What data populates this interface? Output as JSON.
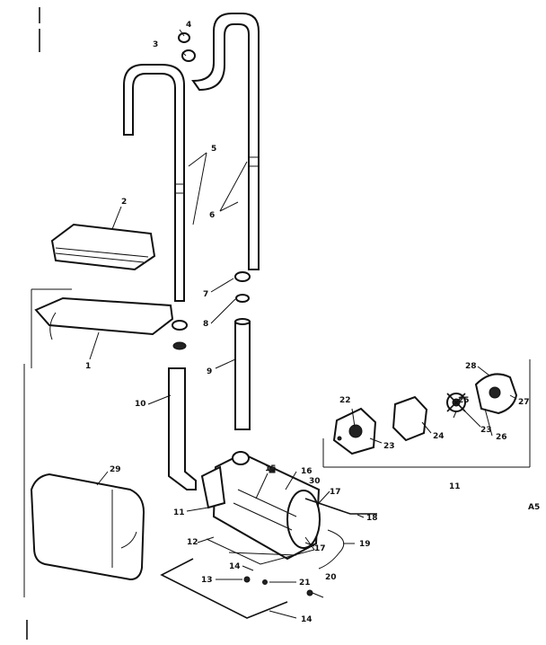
{
  "diagram": {
    "page_code": "A5",
    "callouts": {
      "c1": "1",
      "c2": "2",
      "c3": "3",
      "c4": "4",
      "c5": "5",
      "c6": "6",
      "c7": "7",
      "c8": "8",
      "c9": "9",
      "c10": "10",
      "c11a": "11",
      "c11b": "11",
      "c12": "12",
      "c13": "13",
      "c14a": "14",
      "c14b": "14",
      "c15": "15",
      "c16": "16",
      "c17a": "17",
      "c17b": "17",
      "c18": "18",
      "c19": "19",
      "c20": "20",
      "c21": "21",
      "c22": "22",
      "c23a": "23",
      "c23b": "23",
      "c24": "24",
      "c25": "25",
      "c26": "26",
      "c27": "27",
      "c28": "28",
      "c29": "29",
      "c30": "30"
    }
  }
}
